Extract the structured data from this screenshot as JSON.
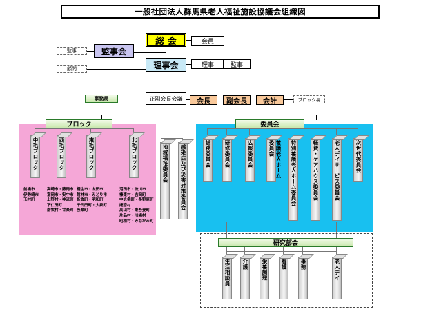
{
  "title": "一般社団法人群馬県老人福祉施設協議会組織図",
  "top": {
    "general": "総 会",
    "members": "会員",
    "audit_side": "監事会",
    "audit_label": "監事",
    "board": "理事会",
    "advisor": "顧問",
    "directors": "理事",
    "auditors": "監事"
  },
  "leaders": {
    "meeting": "正副会長会議",
    "chair": "会長",
    "vice": "副会長",
    "accountant": "会計",
    "block_head": "ブロック長",
    "secretariat": "事務局"
  },
  "block": {
    "title": "ブロック",
    "items": [
      {
        "name": "中毛ブロック",
        "members": "前橋市\n伊勢崎市\n玉村町"
      },
      {
        "name": "西毛ブロック",
        "members": "高崎市・藤岡市\n富岡市・安中市\n上野村・神流町\n下仁田町\n南牧村・甘楽町"
      },
      {
        "name": "東毛ブロック",
        "members": "桐生市・太田市\n館林市・みどり市\n板倉町・明和町\n千代田町・大泉町\n邑楽町"
      },
      {
        "name": "北毛ブロック",
        "members": "沼田市・渋川市\n榛東村・吉岡町\n中之条町・長野原町\n嬬恋村\n高山村・東吾妻町\n片品村・川場村\n昭和村・みなかみ町"
      }
    ]
  },
  "standalone": [
    "地域福祉委員会",
    "感染症及び災害対策委員会"
  ],
  "committee": {
    "title": "委員会",
    "items": [
      "総務委員会",
      "研修委員会",
      "広報委員会",
      "養護老人ホーム委員会",
      "特別養護老人ホーム委員会",
      "軽費・ケアハウス委員会",
      "老人デイサービス委員会",
      "次世代委員会"
    ]
  },
  "research": {
    "title": "研究部会",
    "items": [
      "生活相談員",
      "介護",
      "栄養調理",
      "看護",
      "事務",
      "老人デイ"
    ]
  }
}
